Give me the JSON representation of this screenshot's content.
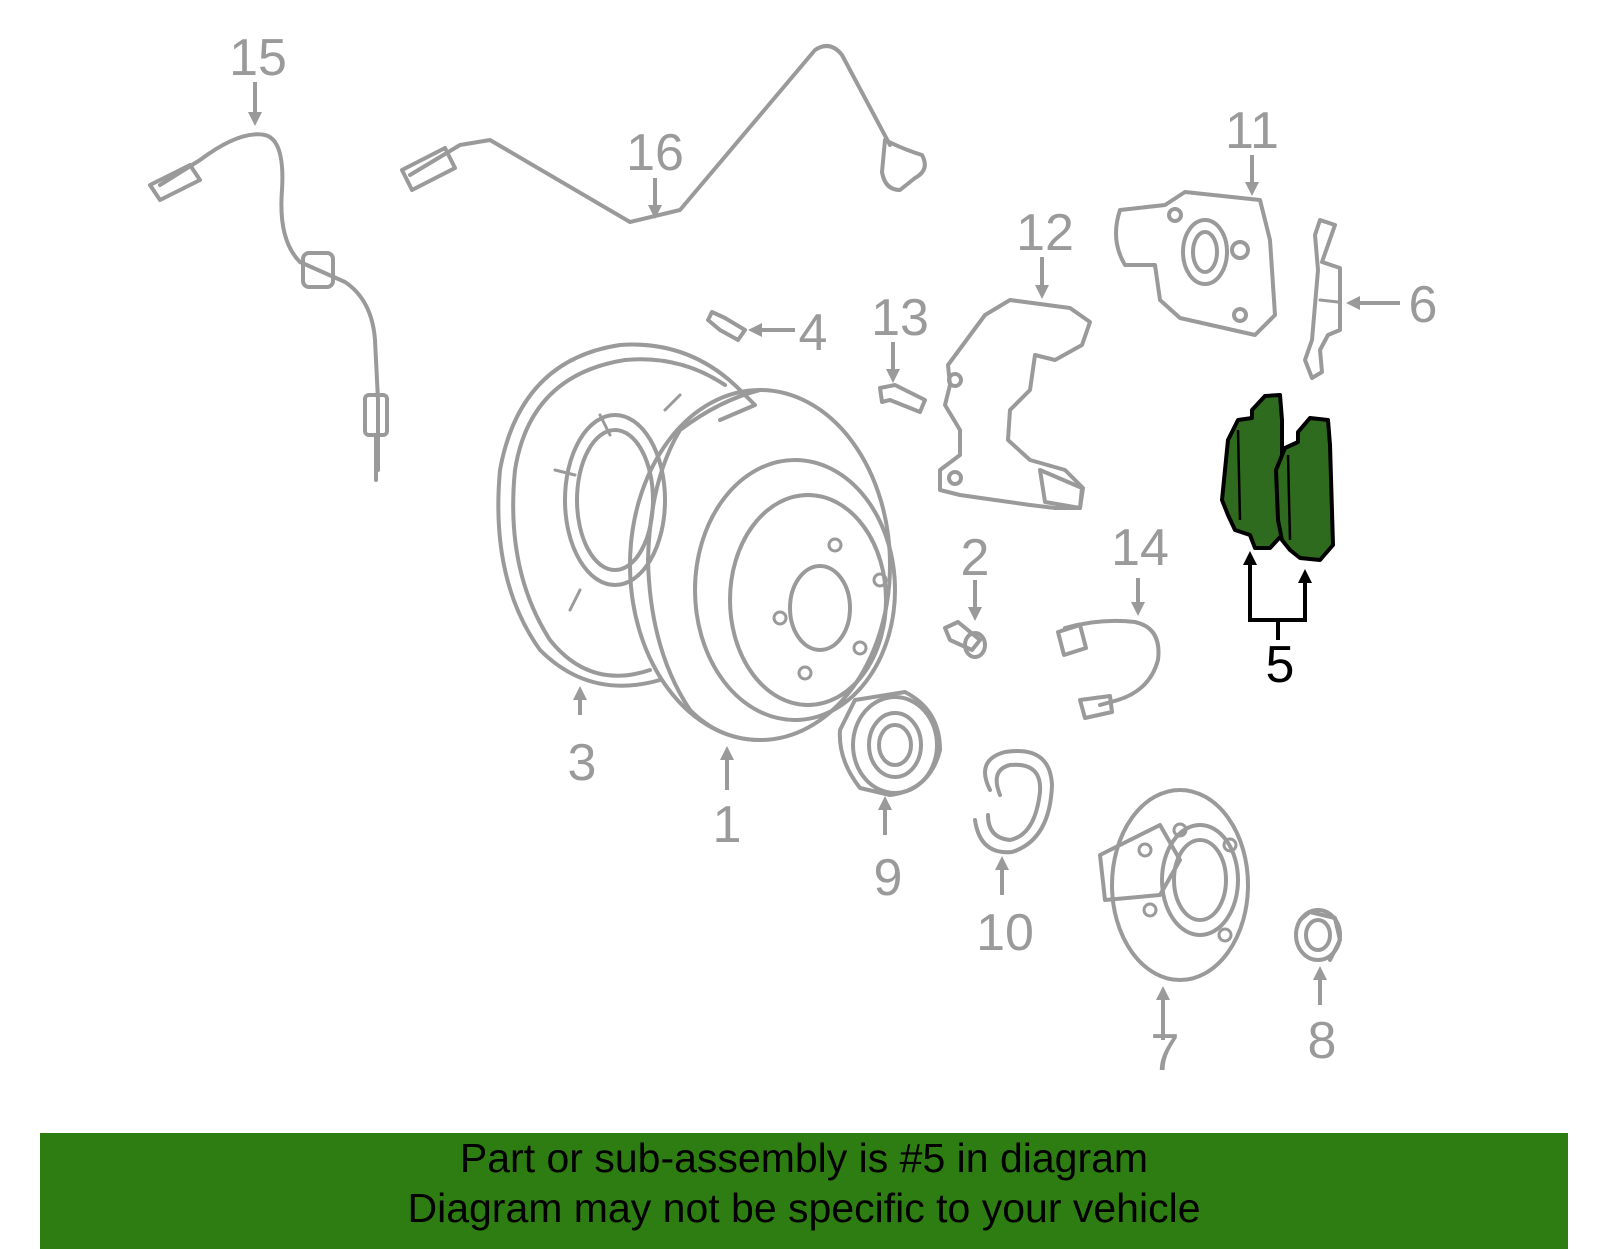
{
  "diagram": {
    "callouts": [
      "15",
      "16",
      "11",
      "12",
      "6",
      "4",
      "13",
      "2",
      "14",
      "3",
      "1",
      "9",
      "10",
      "7",
      "8"
    ],
    "highlighted_callout": "5"
  },
  "banner": {
    "line1": "Part or sub-assembly is #5 in diagram",
    "line2": "Diagram may not be specific to your vehicle"
  },
  "colors": {
    "highlight": "#2f6b1e",
    "banner": "#2e7d12",
    "parts": "#9a9a9a"
  }
}
